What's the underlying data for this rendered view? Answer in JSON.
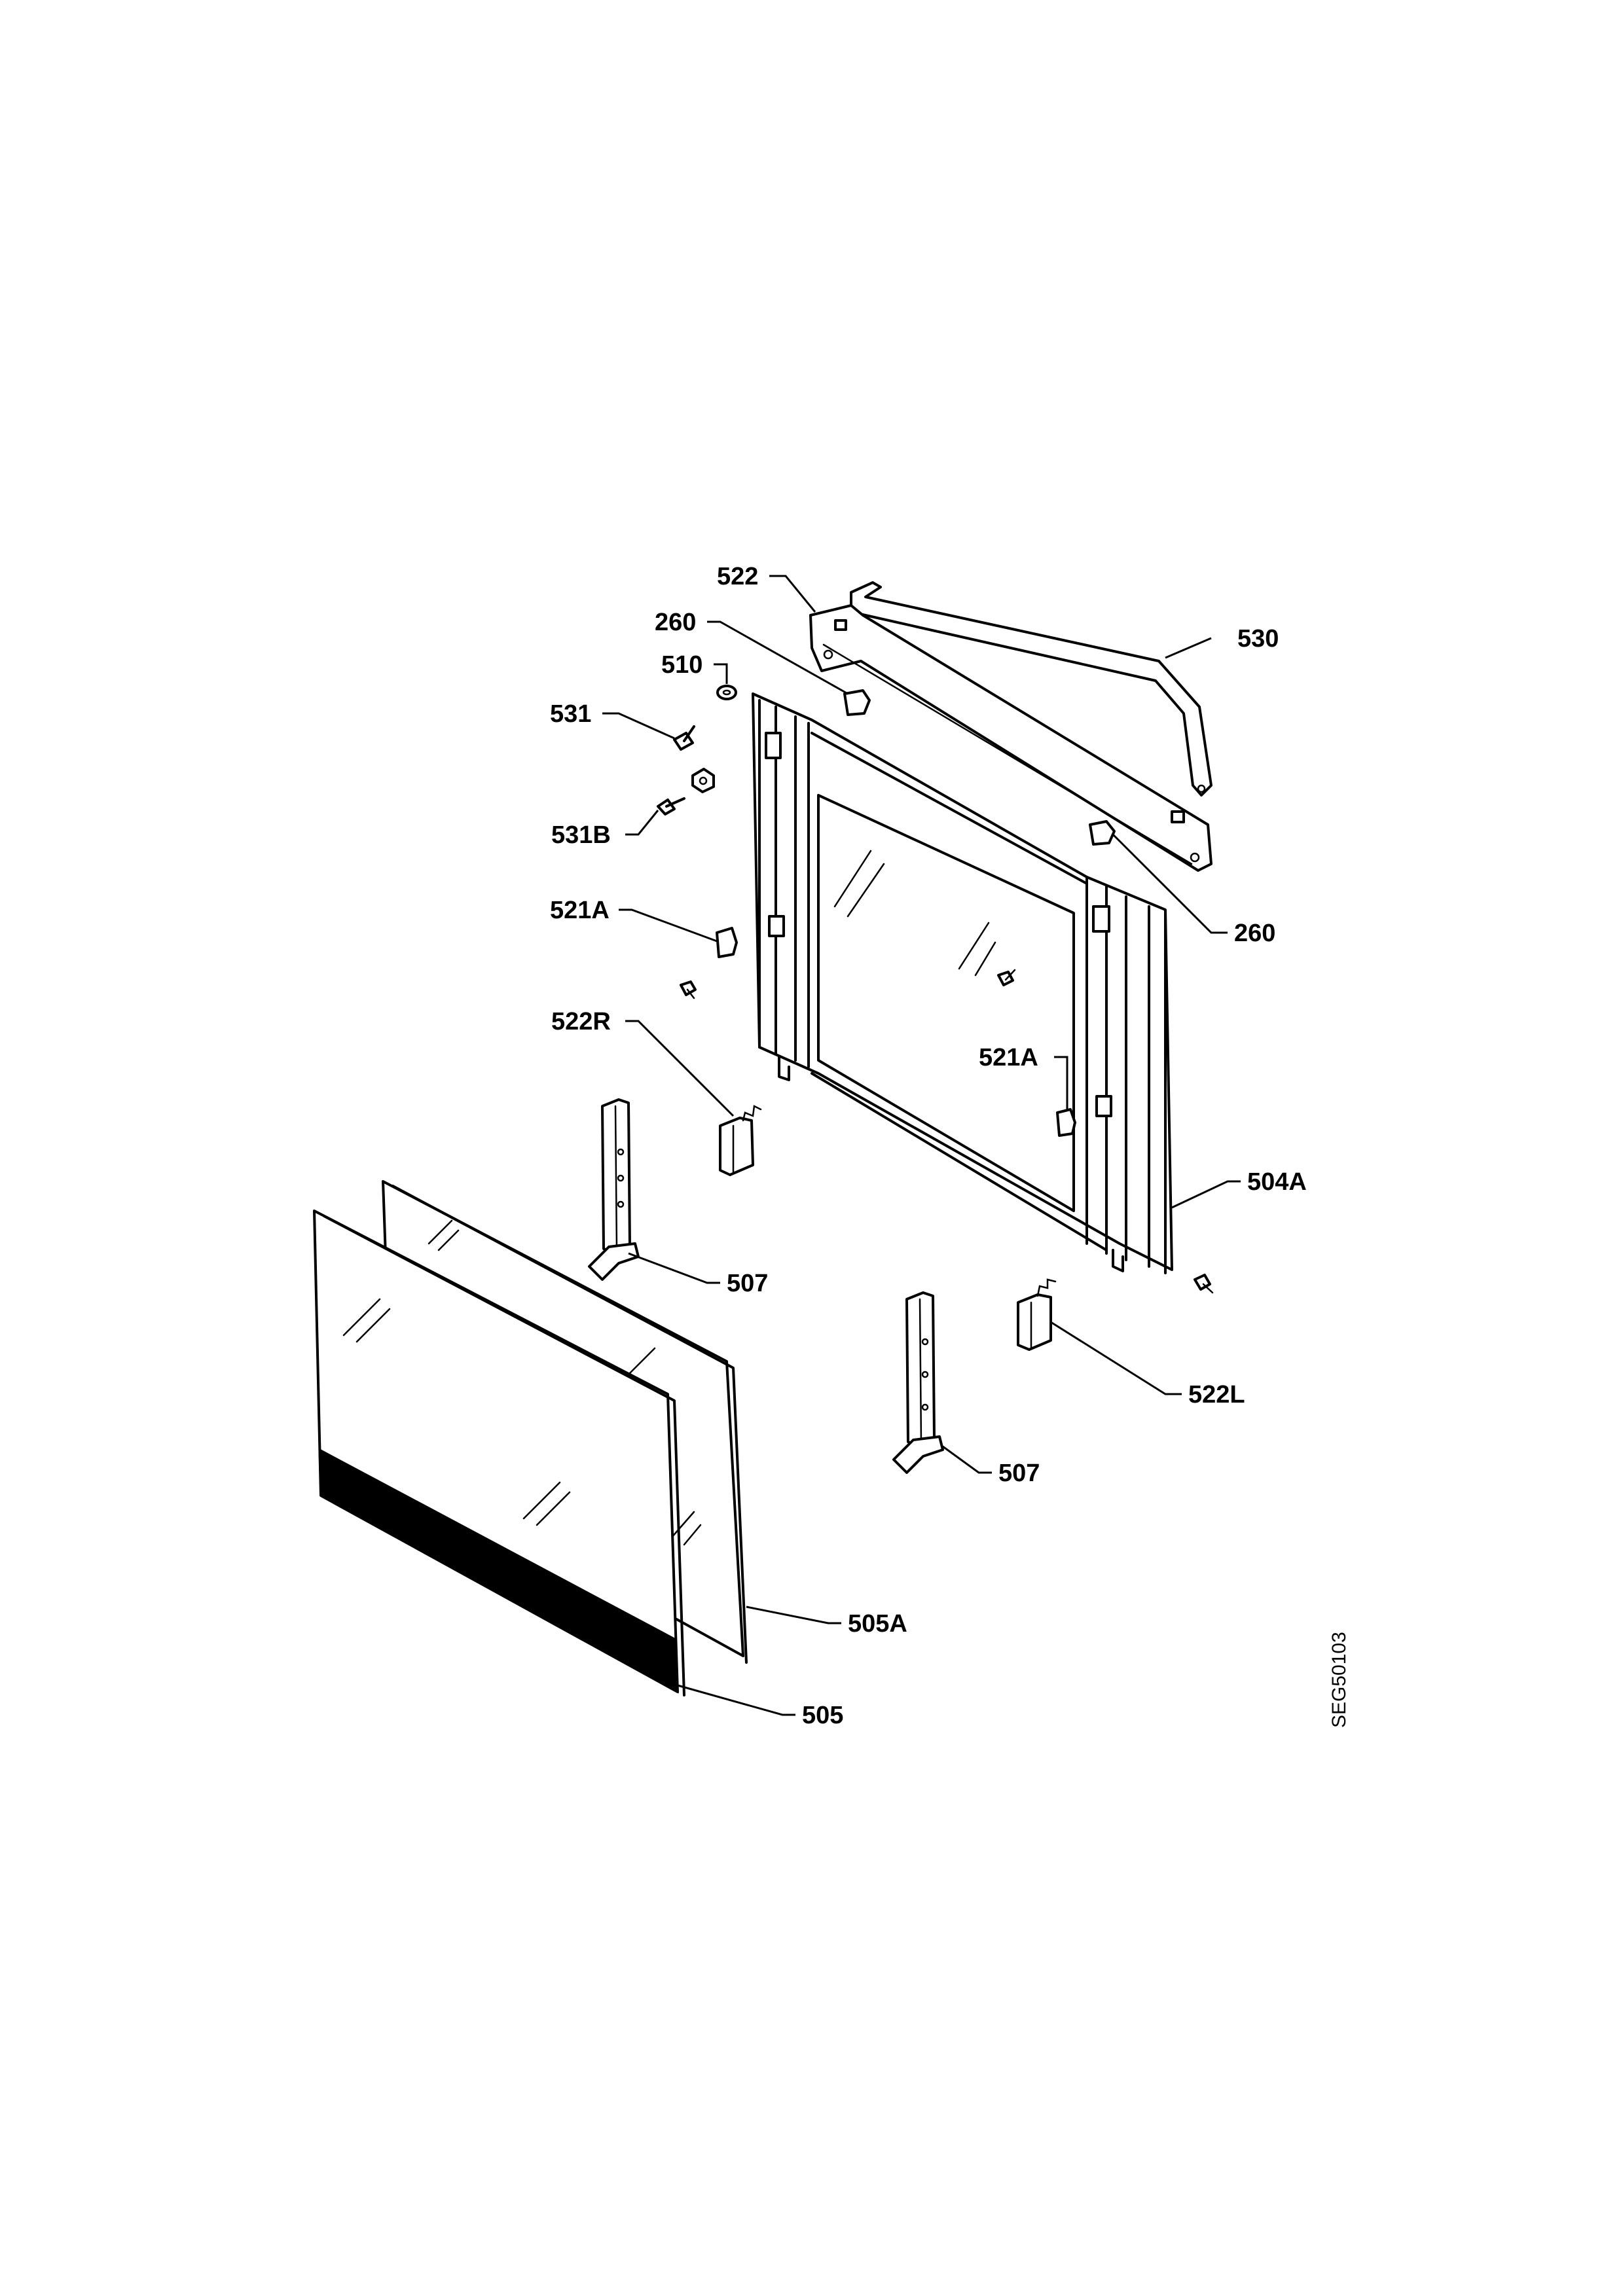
{
  "drawing_code": "SEG50103",
  "labels": {
    "p522": "522",
    "p530": "530",
    "p260_top": "260",
    "p510": "510",
    "p531": "531",
    "p531b": "531B",
    "p260_right": "260",
    "p521a_left": "521A",
    "p522r": "522R",
    "p521a_mid": "521A",
    "p504a": "504A",
    "p507_left": "507",
    "p507_right": "507",
    "p522l": "522L",
    "p505a": "505A",
    "p505": "505"
  }
}
